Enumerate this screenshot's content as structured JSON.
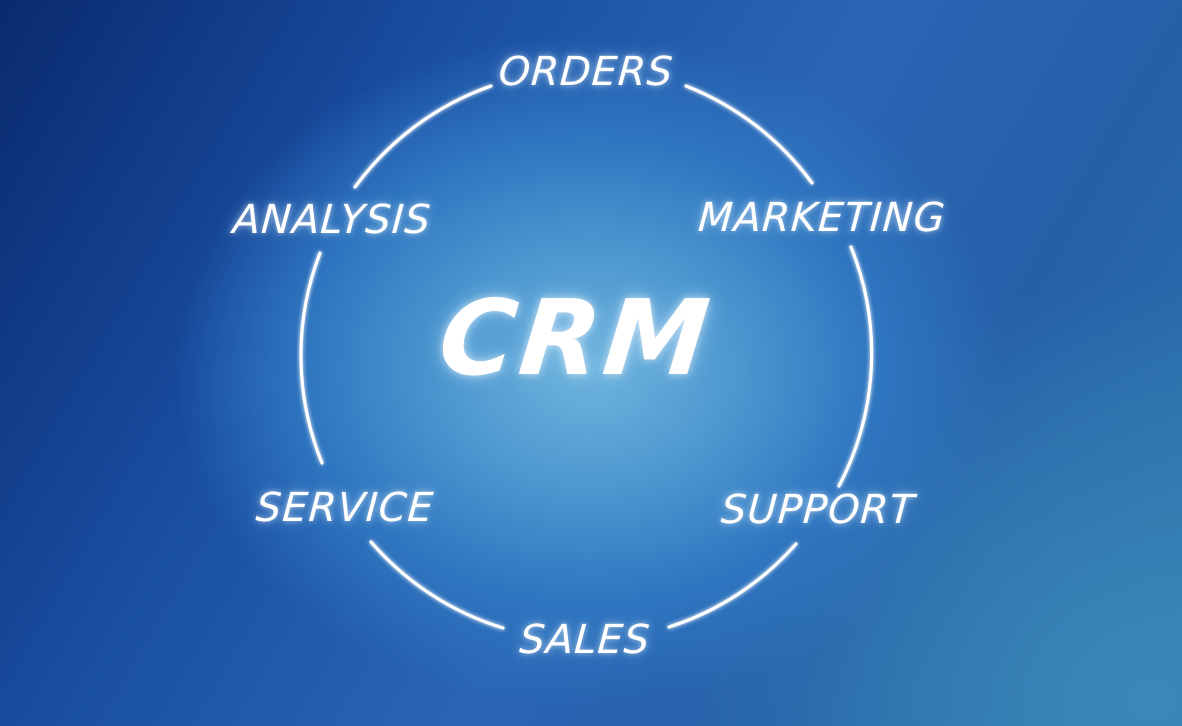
{
  "diagram": {
    "center_label": "CRM",
    "nodes": [
      {
        "id": "orders",
        "label": "ORDERS"
      },
      {
        "id": "marketing",
        "label": "MARKETING"
      },
      {
        "id": "support",
        "label": "SUPPORT"
      },
      {
        "id": "sales",
        "label": "SALES"
      },
      {
        "id": "service",
        "label": "SERVICE"
      },
      {
        "id": "analysis",
        "label": "ANALYSIS"
      }
    ],
    "colors": {
      "text": "#ffffff",
      "ring": "#ffffff",
      "background_dark": "#0a2a6e",
      "background_light": "#6eb4dd"
    }
  }
}
